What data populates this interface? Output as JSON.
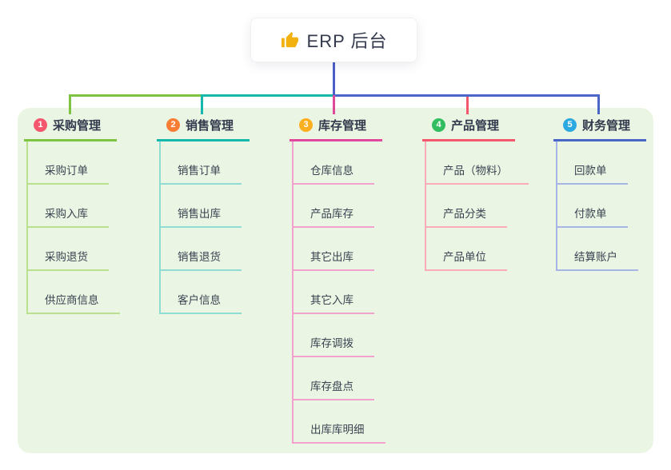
{
  "root": {
    "icon": "thumbs-up",
    "title": "ERP 后台"
  },
  "colors": {
    "page_bg": "#ffffff",
    "panel_bg": "#eaf6e3",
    "stem": "#4c5ec7",
    "text": "#333a4e",
    "thumb_icon": "#f2b10e"
  },
  "branches": [
    {
      "number": "1",
      "label": "采购管理",
      "color": "#7ec342",
      "light_color": "#b9e08e",
      "badge_color": "#f4566e",
      "items": [
        "采购订单",
        "采购入库",
        "采购退货",
        "供应商信息"
      ]
    },
    {
      "number": "2",
      "label": "销售管理",
      "color": "#14b8ac",
      "light_color": "#8edcd4",
      "badge_color": "#f87e36",
      "items": [
        "销售订单",
        "销售出库",
        "销售退货",
        "客户信息"
      ]
    },
    {
      "number": "3",
      "label": "库存管理",
      "color": "#e0489c",
      "light_color": "#f2a0cc",
      "badge_color": "#fbae1f",
      "items": [
        "仓库信息",
        "产品库存",
        "其它出库",
        "其它入库",
        "库存调拨",
        "库存盘点",
        "出库库明细"
      ]
    },
    {
      "number": "4",
      "label": "产品管理",
      "color": "#f4566b",
      "light_color": "#f9acb8",
      "badge_color": "#32bd60",
      "items": [
        "产品（物料）",
        "产品分类",
        "产品单位"
      ]
    },
    {
      "number": "5",
      "label": "财务管理",
      "color": "#4a66c9",
      "light_color": "#a6b5e6",
      "badge_color": "#2ca9e1",
      "items": [
        "回款单",
        "付款单",
        "结算账户"
      ]
    }
  ]
}
